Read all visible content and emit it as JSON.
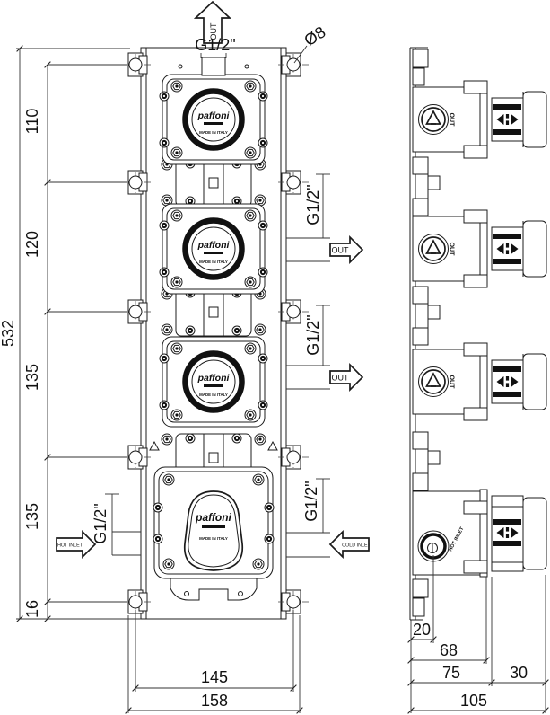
{
  "drawing": {
    "brand": "paffoni",
    "made_in": "MADE IN ITALY",
    "labels": {
      "out": "OUT",
      "g12": "G1/2\"",
      "dia8": "Ø8",
      "hot_inlet": "HOT INLET",
      "cold_inlet": "COLD INLET"
    },
    "dims": {
      "front": {
        "total": "532",
        "seg110": "110",
        "seg120": "120",
        "seg135a": "135",
        "seg135b": "135",
        "seg16": "16",
        "holes": "145",
        "overall": "158"
      },
      "side": {
        "s20": "20",
        "s68": "68",
        "s75": "75",
        "s30": "30",
        "s105": "105"
      }
    }
  }
}
